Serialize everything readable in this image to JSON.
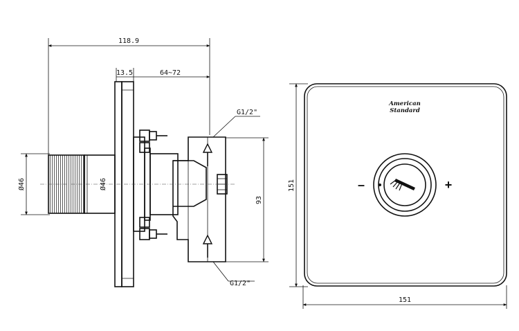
{
  "dimensions": {
    "overall_depth": "118.9",
    "flange_thickness": "13.5",
    "wall_depth_range": "64~72",
    "handle_diameter": "Ø46",
    "body_diameter": "Ø46",
    "port_spacing": "93",
    "plate_height": "151",
    "plate_width": "151"
  },
  "ports": {
    "top": "G1/2\"",
    "bottom": "G1/2\""
  },
  "brand": {
    "line1": "American",
    "line2": "Standard"
  },
  "control": {
    "decrease_symbol": "–",
    "increase_symbol": "+",
    "icon": "shower-head-icon"
  }
}
